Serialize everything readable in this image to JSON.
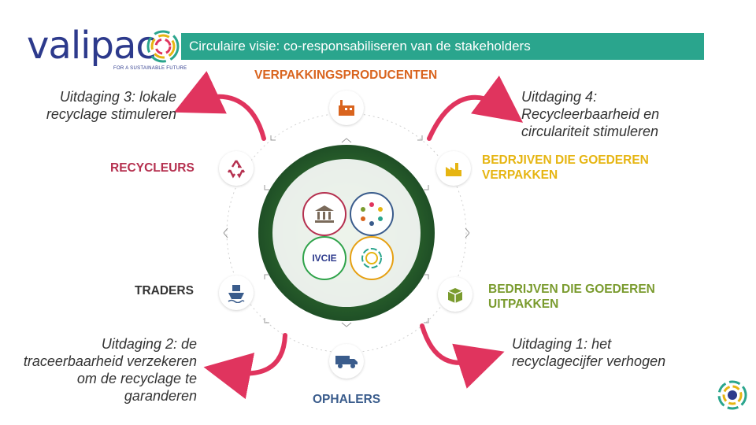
{
  "header": {
    "logo_text": "valipac",
    "logo_tagline": "FOR A SUSTAINABLE FUTURE",
    "banner_title": "Circulaire visie: co-responsabiliseren van de stakeholders"
  },
  "stakeholders": {
    "top": {
      "label": "VERPAKKINGSPRODUCENTEN",
      "color": "#d9641e",
      "icon": "factory-icon"
    },
    "right_top": {
      "label": "BEDRJIVEN DIE GOEDEREN VERPAKKEN",
      "color": "#e6b512",
      "icon": "factory-icon"
    },
    "right_bottom": {
      "label": "BEDRIJVEN DIE GOEDEREN UITPAKKEN",
      "color": "#7a9b2e",
      "icon": "box-icon"
    },
    "bottom": {
      "label": "OPHALERS",
      "color": "#3a5c8c",
      "icon": "truck-icon"
    },
    "left_bottom": {
      "label": "TRADERS",
      "color": "#333333",
      "icon": "ship-icon"
    },
    "left_top": {
      "label": "RECYCLEURS",
      "color": "#b5304f",
      "icon": "recycle-icon"
    }
  },
  "challenges": {
    "c1": "Uitdaging 1: het recyclagecijfer verhogen",
    "c2": "Uitdaging 2: de traceerbaarheid verzekeren om de recyclage te garanderen",
    "c3": "Uitdaging 3: lokale recyclage stimuleren",
    "c4": "Uitdaging 4: Recycleerbaarheid en circulariteit stimuleren"
  },
  "center": {
    "ivcie_label": "IVCIE",
    "icons": [
      "government-building-icon",
      "people-circle-icon",
      "ivcie-logo",
      "circular-logo"
    ]
  },
  "colors": {
    "banner": "#2aa58d",
    "arrow": "#e0345e",
    "logo": "#2d3a8c"
  }
}
